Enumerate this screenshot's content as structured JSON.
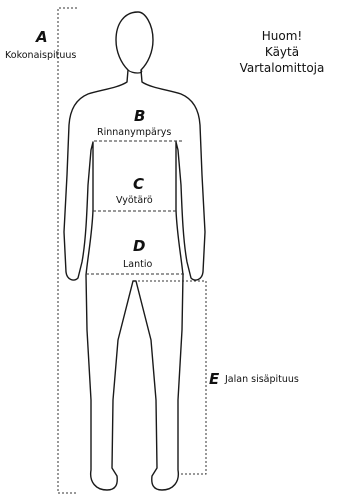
{
  "labels": {
    "a": {
      "letter": "A",
      "text": "Kokonaispituus"
    },
    "b": {
      "letter": "B",
      "text": "Rinnanympärys"
    },
    "c": {
      "letter": "C",
      "text": "Vyötärö"
    },
    "d": {
      "letter": "D",
      "text": "Lantio"
    },
    "e": {
      "letter": "E",
      "text": "Jalan sisäpituus"
    }
  },
  "note": {
    "line1": "Huom!",
    "line2": "Käytä",
    "line3": "Vartalomittoja"
  },
  "colors": {
    "outline": "#1a1a1a",
    "guide": "#333333"
  }
}
